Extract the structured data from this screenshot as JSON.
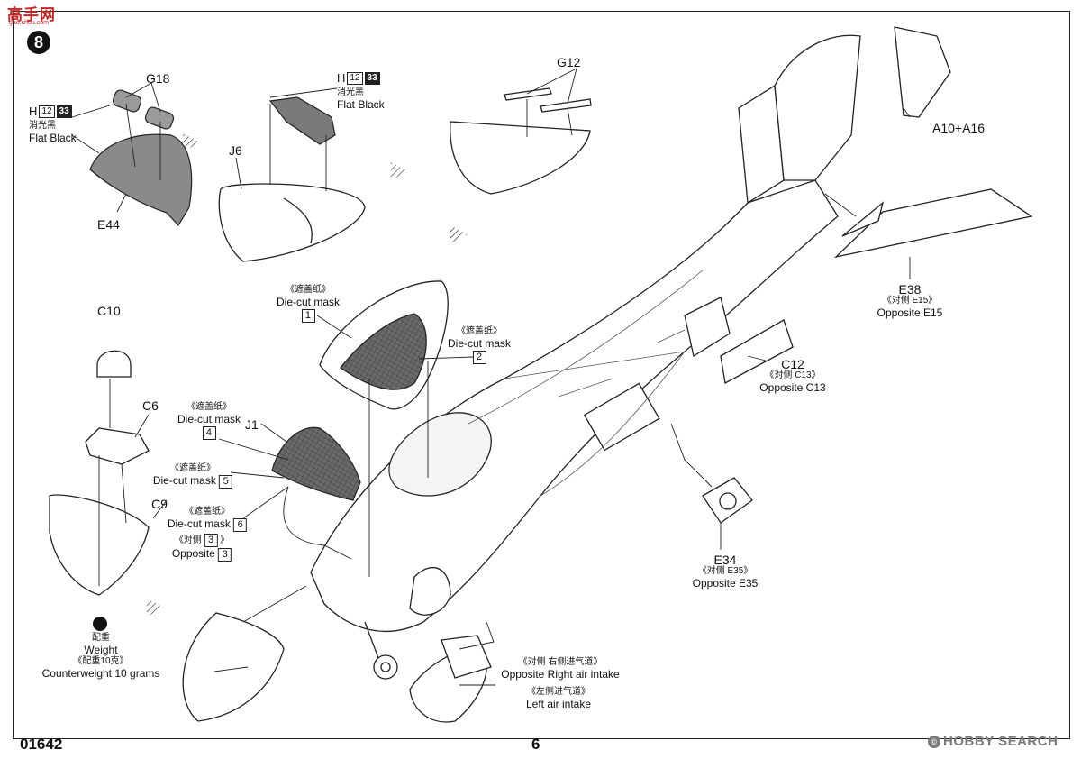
{
  "header": {
    "logo_text": "高手网",
    "logo_sub": "gao.shou.com",
    "step_number": "8"
  },
  "footer": {
    "product_code": "01642",
    "page_number": "6",
    "watermark": "HOBBY SEARCH",
    "watermark_mark": "©"
  },
  "paint": {
    "h_code": "H",
    "h_num": "12",
    "h_num2": "33",
    "name_cn": "消光黑",
    "name_en": "Flat Black"
  },
  "parts": {
    "g18": "G18",
    "j6": "J6",
    "e44": "E44",
    "g12": "G12",
    "a10_a16": "A10+A16",
    "e38": "E38",
    "e38_cn": "《对侧 E15》",
    "e38_opp": "Opposite E15",
    "c12": "C12",
    "c12_cn": "《对侧 C13》",
    "c12_opp": "Opposite C13",
    "c10": "C10",
    "c6": "C6",
    "j1": "J1",
    "c9": "C9",
    "e34": "E34",
    "e34_cn": "《对侧 E35》",
    "e34_opp": "Opposite E35"
  },
  "masks": {
    "cn": "《遮盖纸》",
    "en": "Die-cut mask",
    "n1": "1",
    "n2": "2",
    "n3": "3",
    "n4": "4",
    "n5": "5",
    "n6": "6",
    "opp_cn": "《对侧",
    "opp_cn_close": "》",
    "opp_en": "Opposite"
  },
  "weight": {
    "cn": "配重",
    "en": "Weight",
    "grams_cn": "《配重10克》",
    "grams_en": "Counterweight 10 grams"
  },
  "intakes": {
    "right_cn": "《对侧 右侧进气道》",
    "right_en": "Opposite Right air intake",
    "left_cn": "《左侧进气道》",
    "left_en": "Left air intake"
  },
  "colors": {
    "gray_fill": "#8a8a8a",
    "mask_fill": "#5c5c5c",
    "line": "#222222"
  }
}
